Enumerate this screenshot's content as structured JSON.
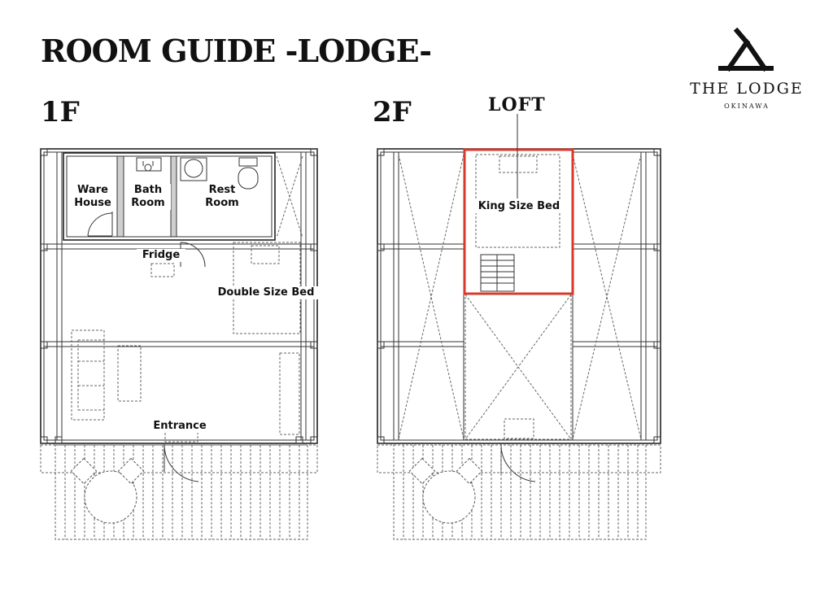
{
  "title": "ROOM GUIDE -LODGE-",
  "floors": {
    "first": "1F",
    "second": "2F"
  },
  "logo": {
    "name": "THE LODGE",
    "subtitle": "OKINAWA",
    "icon": "tent-a-frame-icon"
  },
  "loft_label": "LOFT",
  "rooms_1f": {
    "warehouse_line1": "Ware",
    "warehouse_line2": "House",
    "bathroom_line1": "Bath",
    "bathroom_line2": "Room",
    "restroom_line1": "Rest",
    "restroom_line2": "Room",
    "fridge": "Fridge",
    "double_bed": "Double Size Bed",
    "entrance": "Entrance"
  },
  "rooms_2f": {
    "king_bed": "King Size Bed"
  },
  "colors": {
    "loft_highlight": "#d9392b",
    "line": "#222222",
    "dash": "#555555"
  }
}
